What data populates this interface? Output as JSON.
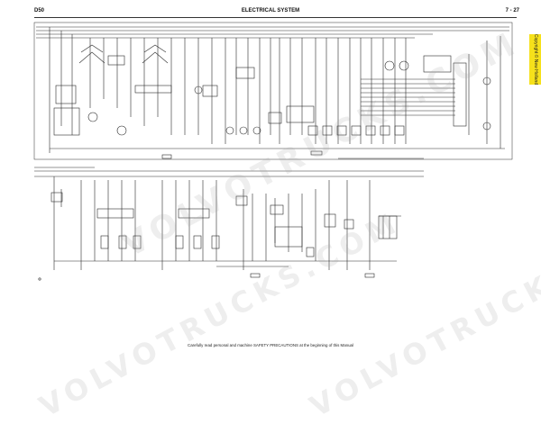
{
  "header": {
    "model": "D50",
    "section": "ELECTRICAL SYSTEM",
    "page": "7 - 27"
  },
  "side_tab": {
    "text": "Copyright © New Holland"
  },
  "footer": {
    "text": "Carefully read personal and machine SAFETY PRECAUTIONS at the beginning of this Manual"
  },
  "watermark": {
    "text": "VOLVOTRUCKS.COM"
  },
  "colors": {
    "line": "#2b2b2b",
    "tab": "#f6e11b"
  }
}
